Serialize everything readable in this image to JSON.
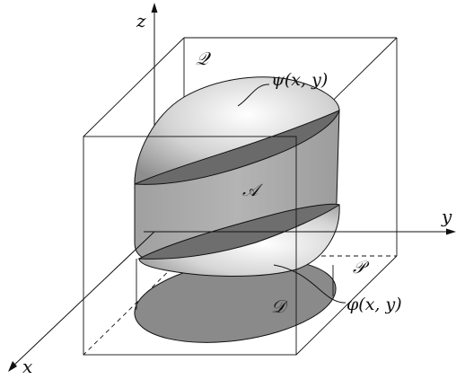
{
  "labels": {
    "axis_x": "x",
    "axis_y": "y",
    "axis_z": "z",
    "box_outer": "𝒬",
    "box_inner": "𝒫",
    "solid": "𝒜",
    "region": "𝒟",
    "upper_surface": "ψ(x, y)",
    "lower_surface": "φ(x, y)"
  },
  "colors": {
    "line": "#111111",
    "solid_side": "#a9a9a9",
    "region_fill": "#8a8a8a",
    "surface_light": "#f4f4f4",
    "surface_dark": "#7a7a7a"
  }
}
